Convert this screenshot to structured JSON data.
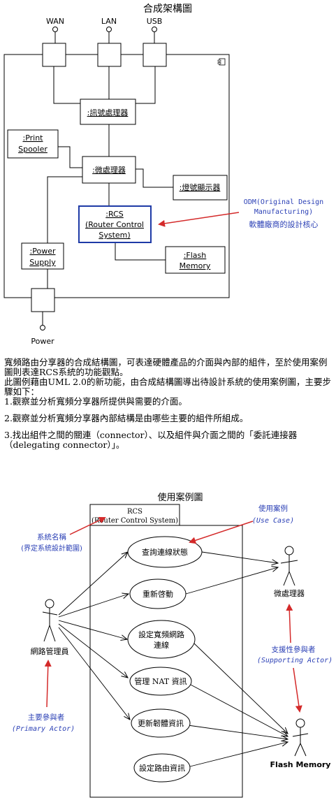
{
  "diagram1": {
    "title": "合成架構圖",
    "ports": {
      "wan": "WAN",
      "lan": "LAN",
      "usb": "USB",
      "power": "Power"
    },
    "parts": {
      "signal": ":訊號處理器",
      "print_line1": ":Print",
      "print_line2": "Spooler",
      "cpu": ":微處理器",
      "led": ":燈號顯示器",
      "rcs_line1": ":RCS",
      "rcs_line2": "(Router Control",
      "rcs_line3": "System)",
      "power_line1": ":Power",
      "power_line2": "Supply",
      "flash_line1": ":Flash",
      "flash_line2": "Memory"
    },
    "annotation": {
      "line1": "ODM(Original Design",
      "line2": "Manufacturing)",
      "line3": "軟體廠商的設計核心"
    },
    "colors": {
      "rcs_border": "#1e3aa6",
      "annotation": "#2a3fb5",
      "arrow": "#d42a2a"
    }
  },
  "body": {
    "p1": "寬頻路由分享器的合成結構圖，可表達硬體產品的介面與內部的組件，至於使用案例圖則表達RCS系統的功能觀點。",
    "p2": "此圖例藉由UML 2.0的新功能，由合成結構圖導出待設計系統的使用案例圖，主要步驟如下：",
    "s1": "1.觀察並分析寬頻分享器所提供與需要的介面。",
    "s2": "2.觀察並分析寬頻分享器內部結構是由哪些主要的組件所組成。",
    "s3": "3.找出組件之間的關連（connector）、以及組件與介面之間的「委託連接器（delegating connector）」。"
  },
  "diagram2": {
    "title": "使用案例圖",
    "system_line1": "RCS",
    "system_line2": "(Router Control System)",
    "usecases": [
      "查詢連線狀態",
      "重新啓動",
      "設定寬頻網路",
      "連線",
      "管理 NAT 資訊",
      "更新韌體資訊",
      "設定路由資訊"
    ],
    "actors": {
      "admin": "網路管理員",
      "cpu": "微處理器",
      "flash": "Flash Memory"
    },
    "notes": {
      "system_name_line1": "系統名稱",
      "system_name_line2": "(界定系統設計範圍)",
      "usecase_line1": "使用案例",
      "usecase_line2": "(Use Case)",
      "supporting_line1": "支援性參與者",
      "supporting_line2": "(Supporting Actor)",
      "primary_line1": "主要參與者",
      "primary_line2": "(Primary Actor)"
    }
  }
}
